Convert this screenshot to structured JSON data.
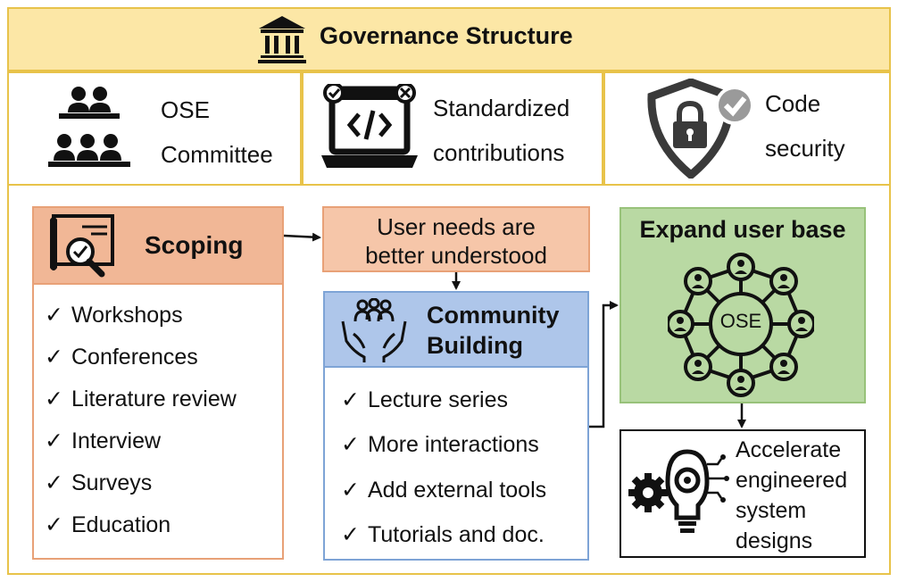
{
  "governance": {
    "title": "Governance Structure",
    "items": [
      {
        "lines": [
          "OSE",
          "Committee"
        ],
        "icon": "committee-icon"
      },
      {
        "lines": [
          "Standardized",
          "contributions"
        ],
        "icon": "code-laptop-icon"
      },
      {
        "lines": [
          "Code",
          "security"
        ],
        "icon": "shield-lock-icon"
      }
    ]
  },
  "scoping": {
    "title": "Scoping",
    "icon": "document-search-icon",
    "items": [
      "Workshops",
      "Conferences",
      "Literature review",
      "Interview",
      "Surveys",
      "Education"
    ]
  },
  "user_needs": {
    "lines": [
      "User needs are",
      "better understood"
    ]
  },
  "community": {
    "title_lines": [
      "Community",
      "Building"
    ],
    "icon": "community-hands-icon",
    "items": [
      "Lecture series",
      "More interactions",
      "Add external tools",
      "Tutorials and doc."
    ]
  },
  "expand": {
    "title": "Expand user base",
    "center_label": "OSE",
    "icon": "network-people-icon"
  },
  "accelerate": {
    "lines": [
      "Accelerate",
      "engineered",
      "system",
      "designs"
    ],
    "icon": "gear-bulb-icon"
  },
  "check_mark": "✓",
  "colors": {
    "gov_fill": "#fce7a6",
    "gov_border": "#e8c34a",
    "scoping_fill": "#f1b796",
    "needs_fill": "#f6c6a9",
    "community_fill": "#aec6ea",
    "expand_fill": "#b9d9a3"
  }
}
